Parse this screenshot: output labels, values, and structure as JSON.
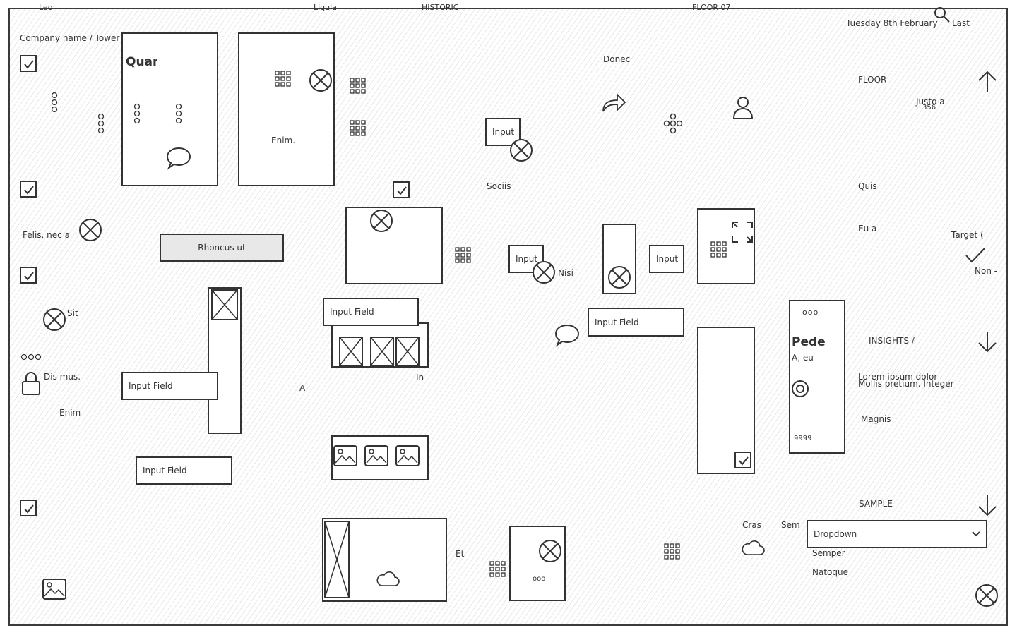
{
  "top_tabs": [
    "Leo",
    "Ligula",
    "HISTORIC",
    "FLOOR 07"
  ],
  "header": {
    "breadcrumb": "Company name / Tower Block",
    "date": "Tuesday 8th February",
    "last_label": "Last"
  },
  "left": {
    "felis": "Felis, nec a",
    "sit": "Sit",
    "dis_mus": "Dis mus.",
    "enim": "Enim"
  },
  "cards": {
    "quam_title": "Quam",
    "enim_card": "Enim."
  },
  "buttons": {
    "rhoncus": "Rhoncus ut"
  },
  "inputs": {
    "field1": "Input Field",
    "field2": "Input Field",
    "field3": "Input Field",
    "field4": "Input Field",
    "small1": "Input",
    "small2": "Input",
    "small3": "Input"
  },
  "middle": {
    "donec": "Donec",
    "sociis": "Sociis",
    "nisi": "Nisi",
    "a": "A",
    "in": "In",
    "et": "Et",
    "ooo_small": "ooo"
  },
  "right_panel": {
    "floor": "FLOOR",
    "justo": "Justo a",
    "justo_value": "356",
    "quis": "Quis",
    "eu": "Eu a",
    "target": "Target (",
    "non": "Non -",
    "insights": "INSIGHTS /",
    "lorem": "Lorem ipsum dolor",
    "mollis": "Mollis pretium. Integer",
    "magnis": "Magnis",
    "sample": "SAMPLE",
    "cras": "Cras",
    "sem": "Sem",
    "dropdown": "Dropdown",
    "options": [
      "Semper",
      "Natoque"
    ]
  },
  "profile_card": {
    "ooo": "ooo",
    "title": "Pede",
    "subtitle": "A, eu",
    "num": "9999"
  },
  "icons": [
    "checkbox",
    "close-circle-icon",
    "grid-icon",
    "comment-icon",
    "user-icon",
    "share-icon",
    "expand-icon",
    "lock-icon",
    "image-icon",
    "cloud-icon",
    "search-icon",
    "arrow-up-icon",
    "arrow-down-icon",
    "check-icon",
    "radio-icon"
  ]
}
